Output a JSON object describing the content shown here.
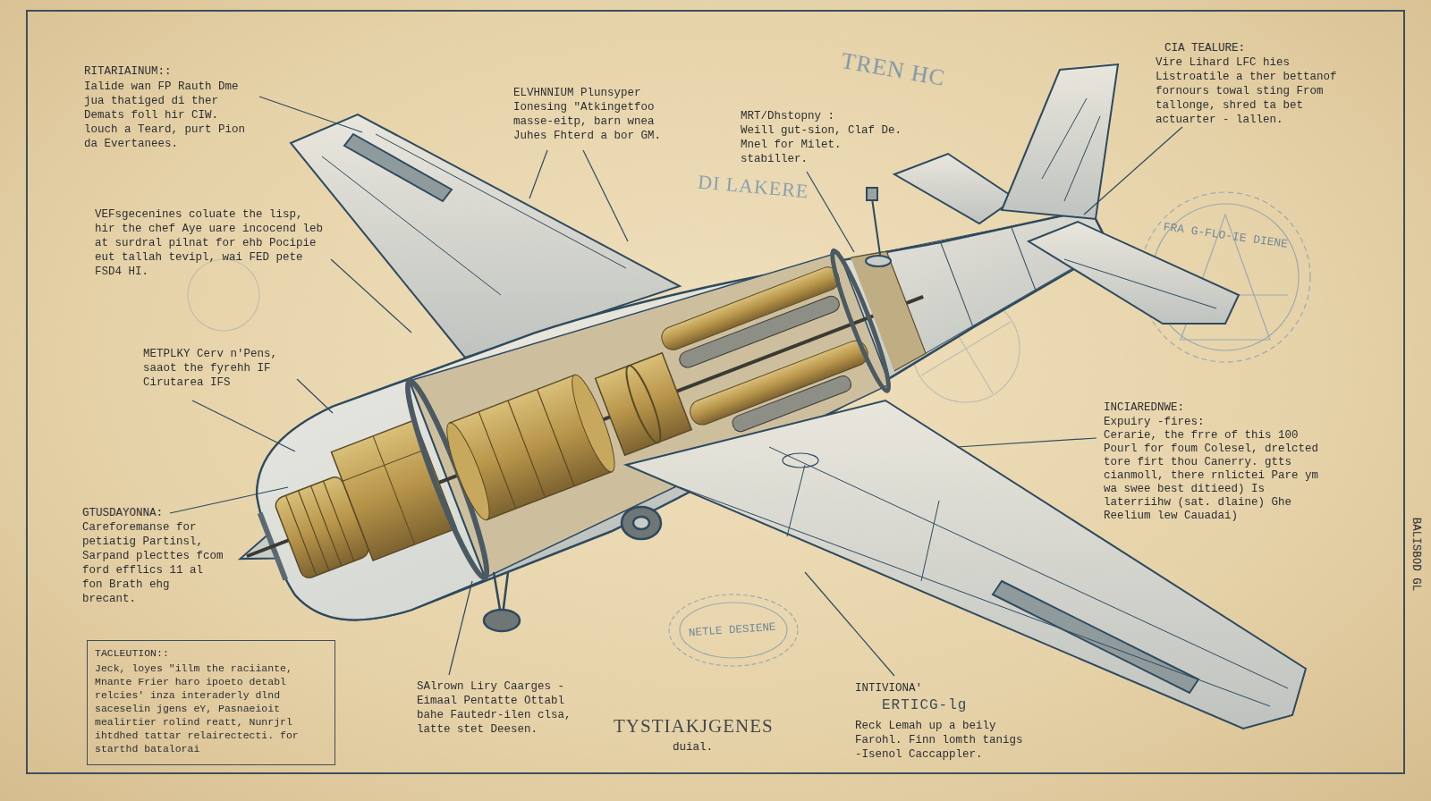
{
  "diagram": {
    "nodes": [
      {
        "text": [
          "TACLEUTION::",
          "Jeck, loyes \"illm the raciiante, Mnante Frier haro ipoeto detabl relcies' inza interaderly dlnd saceselin jgens eY, Pasnaeioit mealirtier rolind reatt, Nunrjrl ihtdhed tattar relairectecti. for starthd batalorai"
        ]
      }
    ],
    "labels": [
      "RITARIAINUM::",
      "Ialide wan FP Rauth Dme jua thatiged di ther Demats foll hir CIW. louch a Teard, purt Pion da Evertanees.",
      "ELVHNNIUM Plunsyper",
      "Ionesing \"Atkingetfoo masse-eitp, barn wnea Juhes Fhterd a bor GM.",
      "MRT/Dhstopny :",
      "Weill gut-sion, Claf De. Mnel for Milet. stabiller.",
      "CIA TEALURE:",
      "Vire Lihard LFC hies Listroatile a ther bettanof fornours towal sting From tallonge, shred ta bet actuarter - lallen.",
      "VEFsgecenines coluate the lisp, hir the chef Aye uare incocend leb at surdral pilnat for ehb Pocipie eut tallah tevipl, wai FED pete FSD4 HI.",
      "METPLKY Cerv n'Pens, saaot the fyrehh IF Cirutarea IFS",
      "GTUSDAYONNA:",
      "Careforemanse for petiatig Partinsl, Sarpand plecttes fcom ford efflics 11 al fon Brath ehg brecant.",
      "SAlrown Liry Caarges -Eimaal Pentatte Ottabl bahe Fautedr-ilen clsa, latte stet Deesen.",
      "TYSTIAKJGENES",
      "duial.",
      "INTIVIONA'",
      "ERTICG-lg",
      "Reck Lemah up a beily Farohl. Finn lomth tanigs -Isenol Caccappler.",
      "INCIAREDNWE:",
      "Expuiry -fires:",
      "Cerarie, the frre of this 100 Pourl for foum Colesel, drelcted tore firt thou Canerry. gtts cianmoll, there rnlictei Pare ym wa swee best ditieed) Is laterriihw (sat. dlaine) Ghe Reelium lew Cauadai)",
      "BALISBOD GL",
      "TREN HC",
      "DI LAKERE",
      "FRA G-FLO-IE DIENE",
      "NETLE DESIENE"
    ]
  }
}
